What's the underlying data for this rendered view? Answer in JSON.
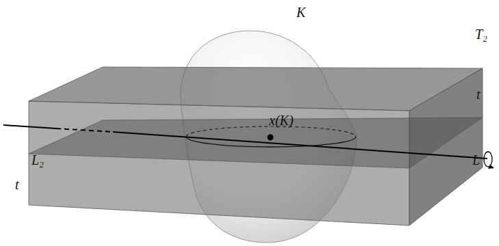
{
  "diagram": {
    "labels": [
      "K",
      "T₂",
      "t",
      "x(K)",
      "L",
      "L₂",
      "t"
    ]
  }
}
